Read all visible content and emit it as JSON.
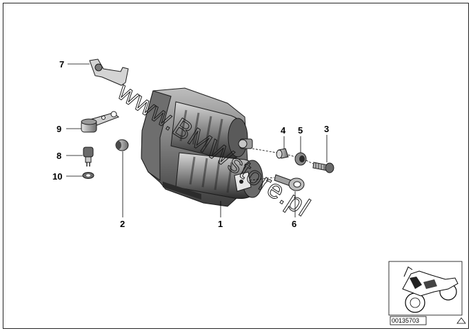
{
  "callouts": {
    "p1": "1",
    "p2": "2",
    "p3": "3",
    "p4": "4",
    "p5": "5",
    "p6": "6",
    "p7": "7",
    "p8": "8",
    "p9": "9",
    "p10": "10"
  },
  "watermark": "www.BMWstore.pl",
  "thumbnail": {
    "ref_number": "00135703"
  },
  "colors": {
    "line": "#000000",
    "part_dark": "#3a3a3a",
    "part_mid": "#8a8a8a",
    "part_light": "#d0d0d0"
  }
}
